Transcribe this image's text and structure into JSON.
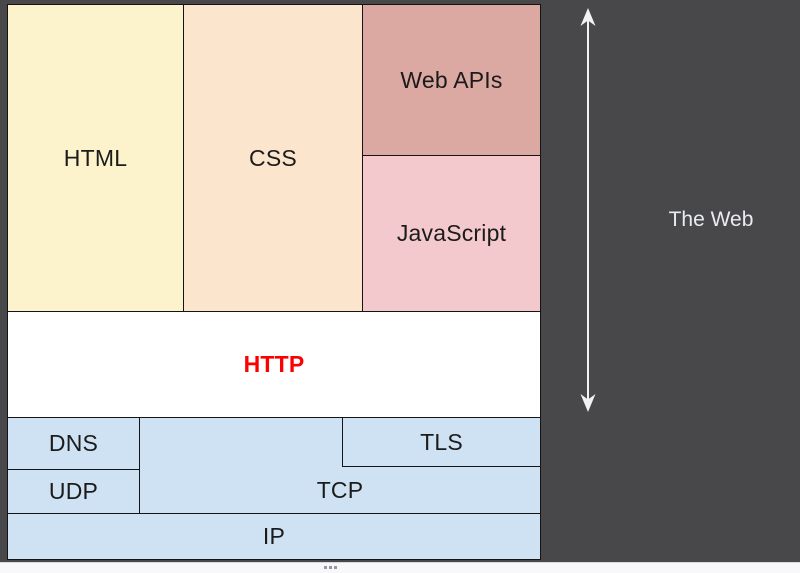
{
  "page": {
    "background_color": "#48484B",
    "footer_strip_color": "#F8F8FA"
  },
  "diagram": {
    "blocks": {
      "html": {
        "label": "HTML",
        "color": "#FCF2CC"
      },
      "css": {
        "label": "CSS",
        "color": "#FBE5CD"
      },
      "webapis": {
        "label": "Web APIs",
        "color": "#DBA9A1"
      },
      "javascript": {
        "label": "JavaScript",
        "color": "#F4C9CD"
      },
      "http": {
        "label": "HTTP",
        "color": "#FFFFFF",
        "label_color": "#FF0000"
      },
      "dns": {
        "label": "DNS",
        "color": "#CFE2F3"
      },
      "udp": {
        "label": "UDP",
        "color": "#CFE2F3"
      },
      "tcp": {
        "label": "TCP",
        "color": "#CFE2F3"
      },
      "tls": {
        "label": "TLS",
        "color": "#CFE2F3"
      },
      "ip": {
        "label": "IP",
        "color": "#CFE2F3"
      }
    },
    "border_color": "#141414"
  },
  "annotation": {
    "label": "The Web",
    "label_color": "#E9EBEE",
    "arrow_icon": "double-vertical-arrow",
    "arrow_color": "#F2F2F2"
  },
  "footer": {
    "handle": "ellipsis-dots"
  }
}
